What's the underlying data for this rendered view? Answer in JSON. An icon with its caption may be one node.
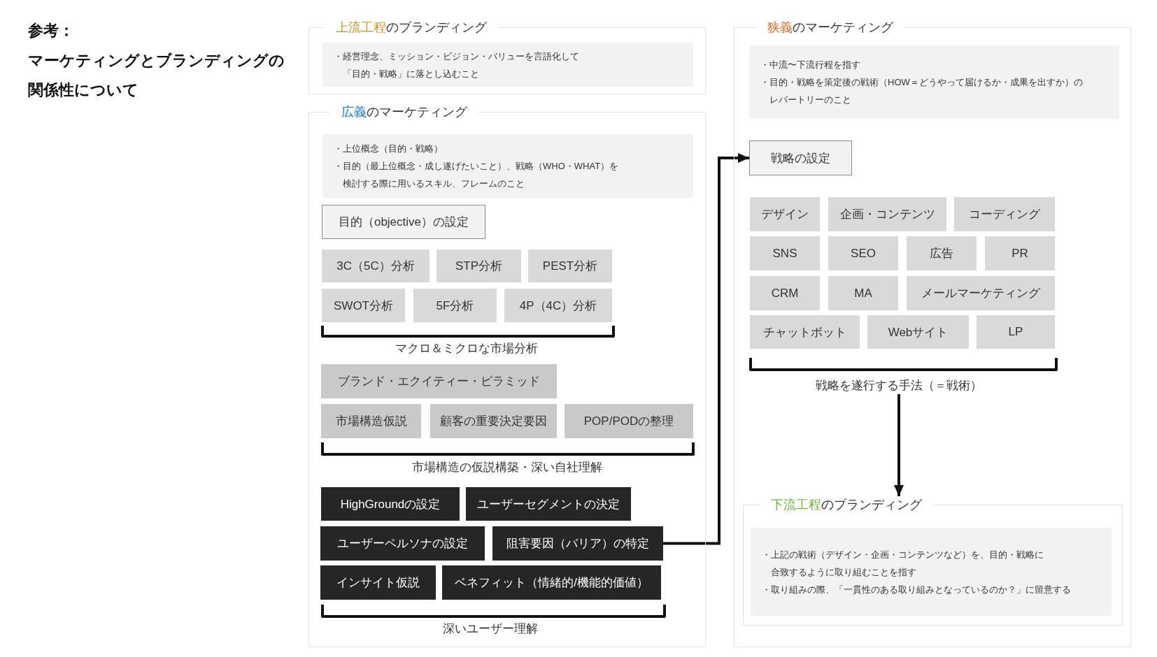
{
  "diagram": {
    "title": "マーケティングとブランディングの関係性について",
    "nodes": [
      {
        "text": [
          "**上流工程**のブランディング"
        ]
      },
      {
        "text": [
          "・経営理念、ミッション・ビジョン・バリューを言語化して「目的・戦略」に落とし込むこと"
        ],
        "in": 0
      },
      {
        "text": [
          "**広義**のマーケティング"
        ]
      },
      {
        "text": [
          "・上位概念（目的・戦略）",
          "・目的（最上位概念・成し遂げたいこと）、戦略（WHO・WHAT）を検討する際に用いるスキル、フレームのこと"
        ],
        "in": 2
      },
      {
        "text": [
          "目的（objective）の設定"
        ],
        "in": 2
      },
      {
        "text": [
          "3C（5C）分析"
        ],
        "in": 2
      },
      {
        "text": [
          "STP分析"
        ],
        "in": 2
      },
      {
        "text": [
          "PEST分析"
        ],
        "in": 2
      },
      {
        "text": [
          "SWOT分析"
        ],
        "in": 2
      },
      {
        "text": [
          "5F分析"
        ],
        "in": 2
      },
      {
        "text": [
          "4P（4C）分析"
        ],
        "in": 2
      },
      {
        "text": [
          "ブランド・エクイティー・ピラミッド"
        ],
        "in": 2
      },
      {
        "text": [
          "市場構造仮説"
        ],
        "in": 2
      },
      {
        "text": [
          "顧客の重要決定要因"
        ],
        "in": 2
      },
      {
        "text": [
          "POP/PODの整理"
        ],
        "in": 2
      },
      {
        "text": [
          "HighGroundの設定"
        ],
        "in": 2
      },
      {
        "text": [
          "ユーザーセグメントの決定"
        ],
        "in": 2
      },
      {
        "text": [
          "ユーザーペルソナの設定"
        ],
        "in": 2
      },
      {
        "text": [
          "阻害要因（バリア）の特定"
        ],
        "in": 2
      },
      {
        "text": [
          "インサイト仮説"
        ],
        "in": 2
      },
      {
        "text": [
          "ベネフィット（情緒的/機能的価値）"
        ],
        "in": 2
      },
      {
        "text": [
          "**狭義**のマーケティング"
        ]
      },
      {
        "text": [
          "・中流〜下流行程を指す",
          "・目的・戦略を策定後の戦術（HOW＝どうやって届けるか・成果を出すか）のレパートリーのこと"
        ],
        "in": 21
      },
      {
        "text": [
          "戦略の設定"
        ],
        "in": 21
      },
      {
        "text": [
          "デザイン"
        ],
        "in": 21
      },
      {
        "text": [
          "企画・コンテンツ"
        ],
        "in": 21
      },
      {
        "text": [
          "コーディング"
        ],
        "in": 21
      },
      {
        "text": [
          "SNS"
        ],
        "in": 21
      },
      {
        "text": [
          "SEO"
        ],
        "in": 21
      },
      {
        "text": [
          "広告"
        ],
        "in": 21
      },
      {
        "text": [
          "PR"
        ],
        "in": 21
      },
      {
        "text": [
          "CRM"
        ],
        "in": 21
      },
      {
        "text": [
          "MA"
        ],
        "in": 21
      },
      {
        "text": [
          "メールマーケティング"
        ],
        "in": 21
      },
      {
        "text": [
          "チャットボット"
        ],
        "in": 21
      },
      {
        "text": [
          "Webサイト"
        ],
        "in": 21
      },
      {
        "text": [
          "LP"
        ],
        "in": 21
      },
      {
        "text": [
          "戦略を遂行する手法（＝戦術）"
        ],
        "in": 21
      },
      {
        "text": [
          "**下流工程**のブランディング"
        ],
        "in": 21
      },
      {
        "text": [
          "・上記の戦術（デザイン・企画・コンテンツなど）を、目的・戦略に合致するように取り組むことを指す",
          "・取り組みの際、「一貫性のある取り組みとなっているのか？」に留意する"
        ],
        "in": 38
      }
    ],
    "edges": [
      {
        "from": 18,
        "to": 23,
        "arrow": "to"
      },
      {
        "from": 37,
        "to": 38,
        "arrow": "to"
      }
    ],
    "labels": [
      "参考：",
      "マクロ＆ミクロな市場分析",
      "市場構造の仮説構築・深い自社理解",
      "深いユーザー理解"
    ]
  }
}
